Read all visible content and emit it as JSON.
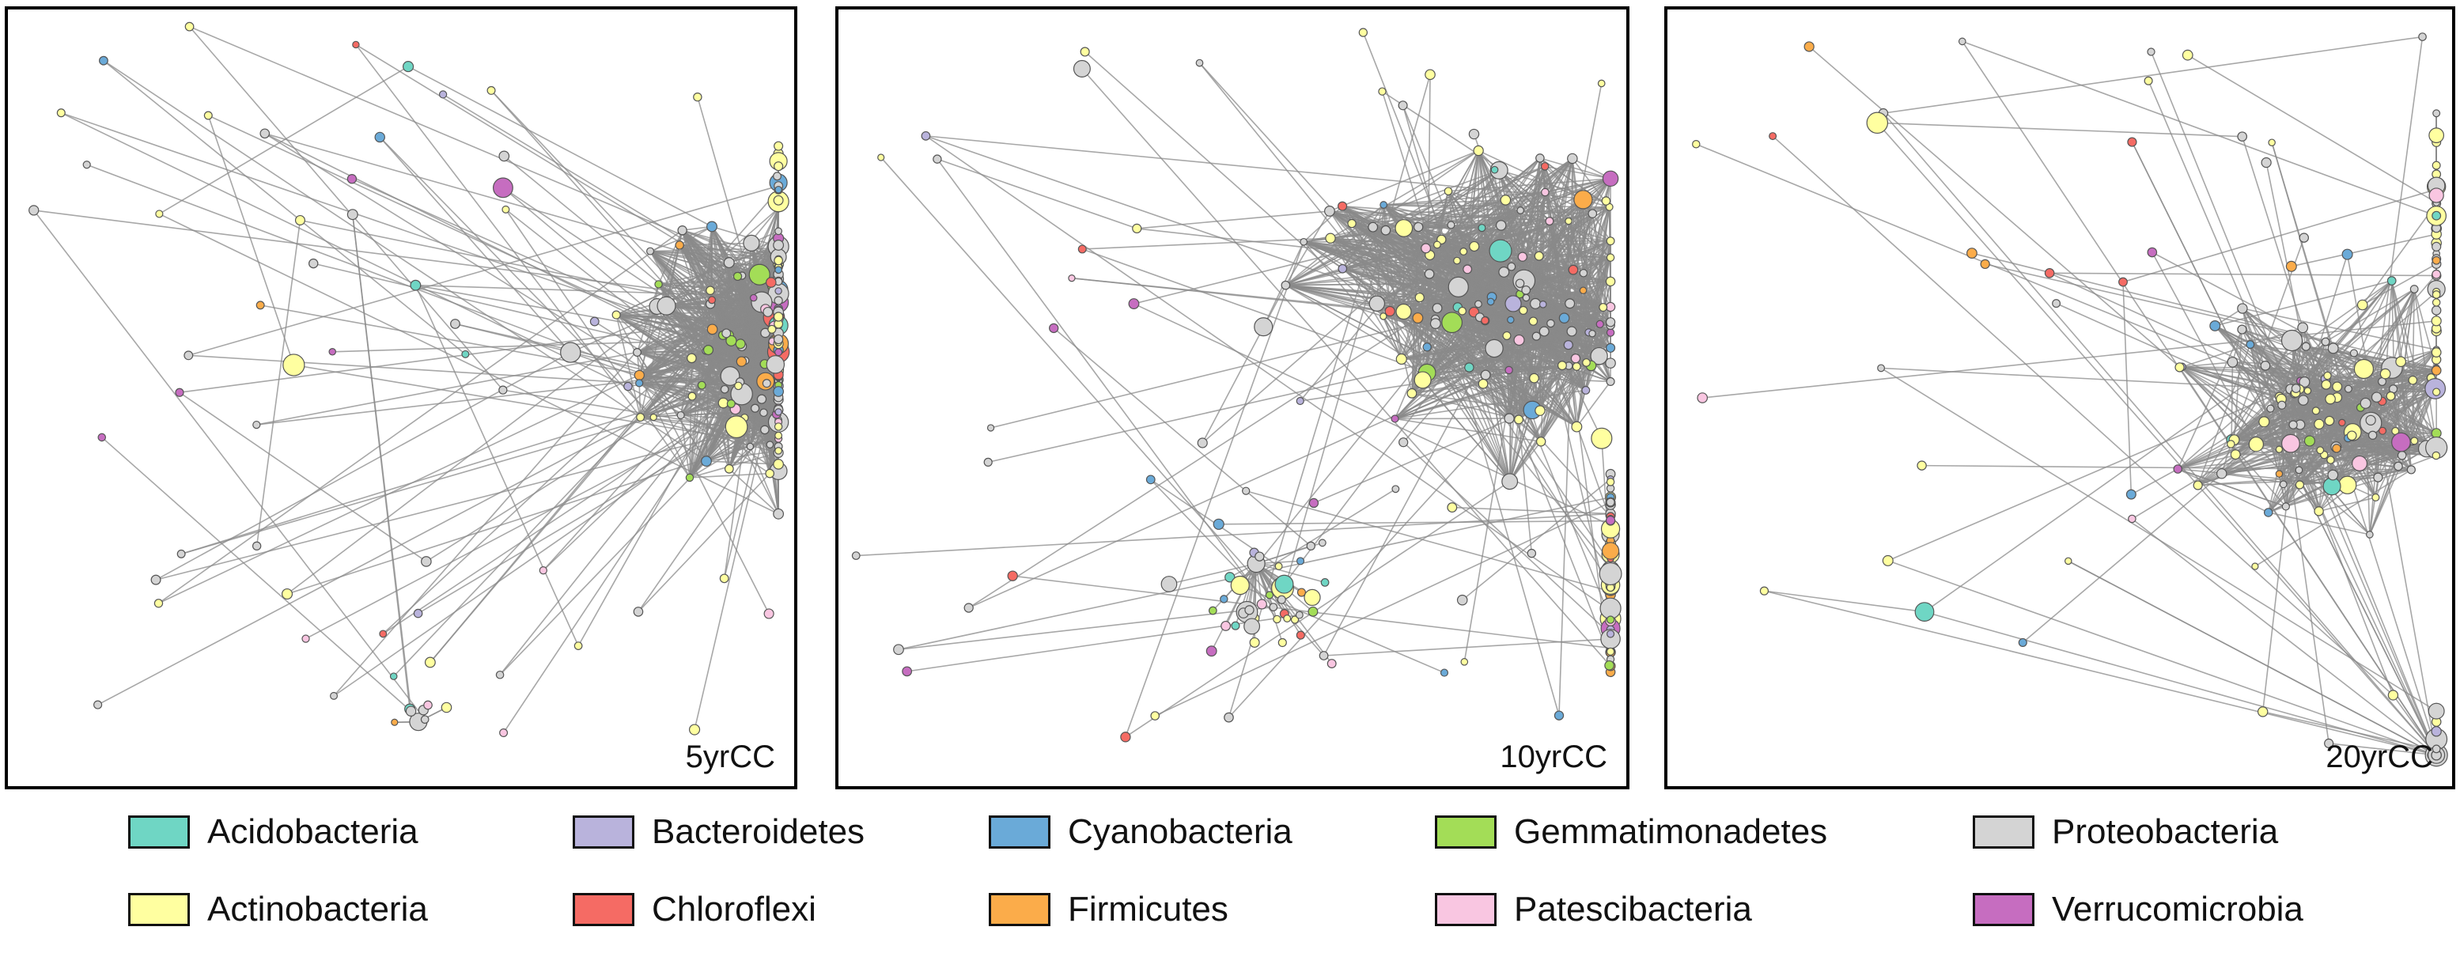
{
  "panels": [
    {
      "label": "5yrCC"
    },
    {
      "label": "10yrCC"
    },
    {
      "label": "20yrCC"
    }
  ],
  "legend": [
    {
      "name": "Acidobacteria",
      "color": "#6fd6c4"
    },
    {
      "name": "Bacteroidetes",
      "color": "#b9b3dc"
    },
    {
      "name": "Cyanobacteria",
      "color": "#6aaad8"
    },
    {
      "name": "Gemmatimonadetes",
      "color": "#a3dd57"
    },
    {
      "name": "Proteobacteria",
      "color": "#d4d4d4"
    },
    {
      "name": "Actinobacteria",
      "color": "#ffffa0"
    },
    {
      "name": "Chloroflexi",
      "color": "#f56b64"
    },
    {
      "name": "Firmicutes",
      "color": "#fbac4a"
    },
    {
      "name": "Patescibacteria",
      "color": "#f9c6e1"
    },
    {
      "name": "Verrucomicrobia",
      "color": "#c66dc0"
    }
  ],
  "colors": {
    "edge": "#8a8a8a",
    "node_stroke": "#555555"
  }
}
